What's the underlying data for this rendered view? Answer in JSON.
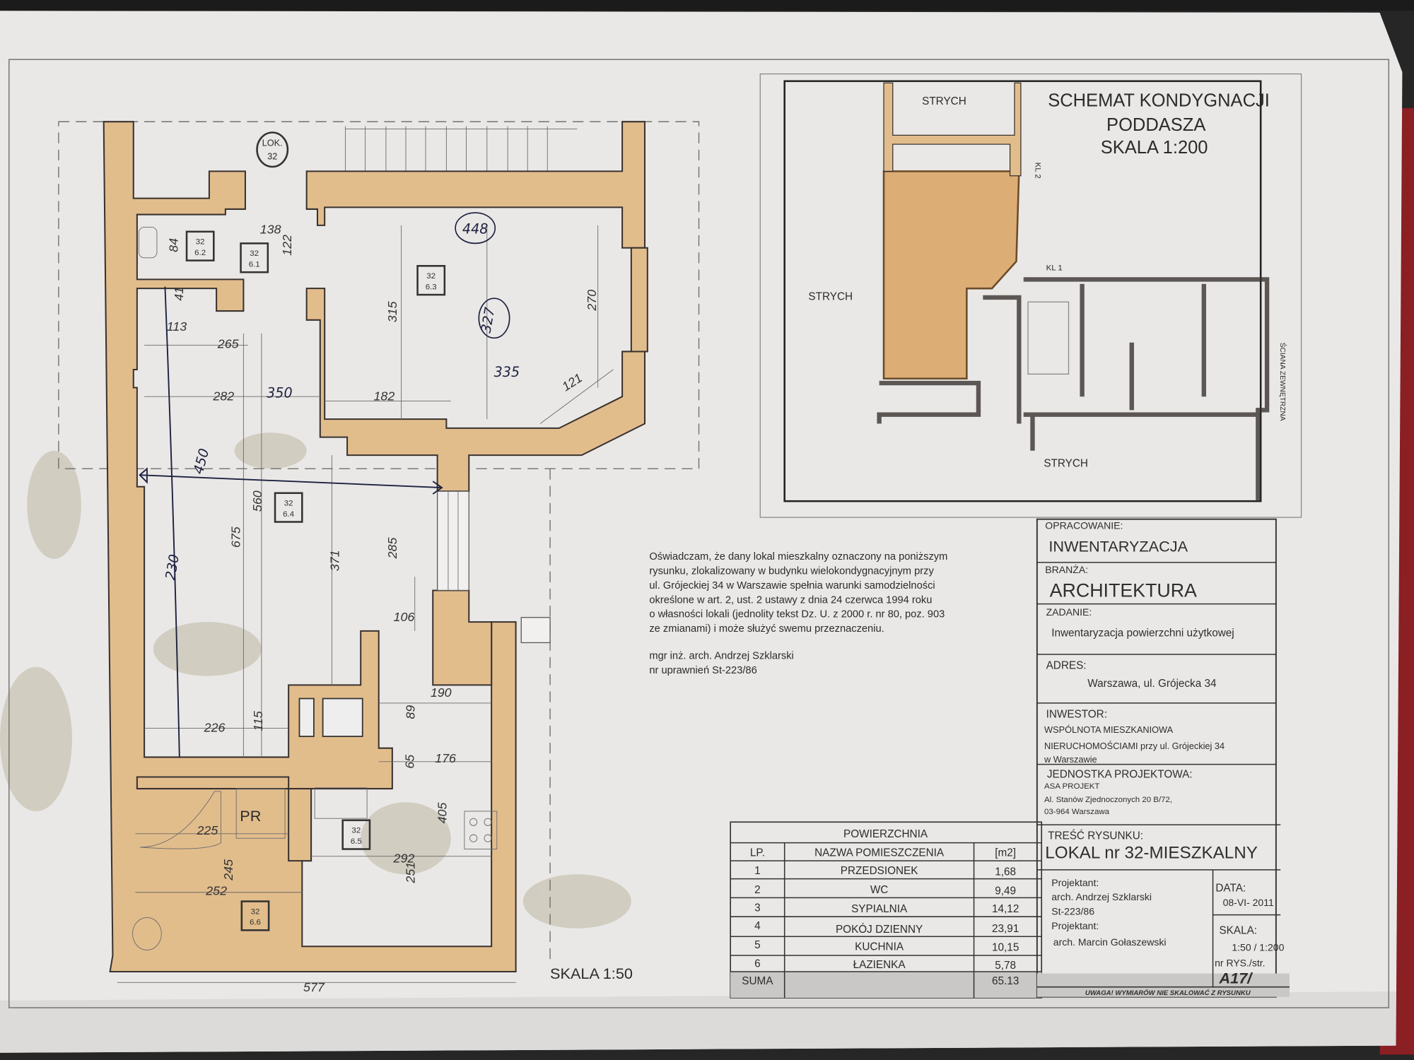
{
  "plan": {
    "lok_label": "LOK.",
    "lok_number": "32",
    "room_tags": [
      {
        "top": "32",
        "bottom": "6.1"
      },
      {
        "top": "32",
        "bottom": "6.2"
      },
      {
        "top": "32",
        "bottom": "6.3"
      },
      {
        "top": "32",
        "bottom": "6.4"
      },
      {
        "top": "32",
        "bottom": "6.5"
      },
      {
        "top": "32",
        "bottom": "6.6"
      }
    ],
    "dimensions": [
      "138",
      "122",
      "84",
      "41",
      "113",
      "265",
      "282",
      "182",
      "315",
      "270",
      "121",
      "560",
      "675",
      "371",
      "285",
      "106",
      "226",
      "115",
      "190",
      "89",
      "65",
      "176",
      "405",
      "225",
      "245",
      "252",
      "292",
      "251",
      "577"
    ],
    "handwritten": [
      "448",
      "327",
      "335",
      "350",
      "450",
      "230"
    ],
    "pr_label": "PR",
    "scale_label": "SKALA 1:50"
  },
  "inset": {
    "title_lines": [
      "SCHEMAT KONDYGNACJI",
      "PODDASZA",
      "SKALA 1:200"
    ],
    "strych_labels": [
      "STRYCH",
      "STRYCH",
      "STRYCH"
    ],
    "kl2": "KL 2",
    "kl1": "KL 1",
    "outer_wall": "ŚCIANA ZEWNĘTRZNA"
  },
  "declaration": {
    "lines": [
      "Oświadczam, że dany lokal mieszkalny oznaczony na poniższym",
      "rysunku, zlokalizowany w budynku wielokondygnacyjnym  przy",
      "ul. Grójeckiej 34 w Warszawie spełnia warunki samodzielności",
      "określone w art. 2, ust. 2 ustawy z dnia 24 czerwca 1994 roku",
      "o własności lokali (jednolity tekst Dz. U. z 2000 r. nr 80, poz. 903",
      "ze zmianami) i może służyć swemu przeznaczeniu."
    ],
    "signer": "mgr inż. arch. Andrzej Szklarski",
    "license": "nr uprawnień St-223/86"
  },
  "area_table": {
    "title": "POWIERZCHNIA",
    "headers": [
      "LP.",
      "NAZWA POMIESZCZENIA",
      "[m2]"
    ],
    "rows": [
      [
        "1",
        "PRZEDSIONEK",
        "1,68"
      ],
      [
        "2",
        "WC",
        "9,49"
      ],
      [
        "3",
        "SYPIALNIA",
        "14,12"
      ],
      [
        "4",
        "POKÓJ DZIENNY",
        "23,91"
      ],
      [
        "5",
        "KUCHNIA",
        "10,15"
      ],
      [
        "6",
        "ŁAZIENKA",
        "5,78"
      ]
    ],
    "sum_label": "SUMA",
    "sum_value": "65.13"
  },
  "title_block": {
    "opracowanie_label": "OPRACOWANIE:",
    "opracowanie": "INWENTARYZACJA",
    "branza_label": "BRANŻA:",
    "branza": "ARCHITEKTURA",
    "zadanie_label": "ZADANIE:",
    "zadanie": "Inwentaryzacja powierzchni użytkowej",
    "adres_label": "ADRES:",
    "adres": "Warszawa, ul. Grójecka 34",
    "inwestor_label": "INWESTOR:",
    "inwestor_lines": [
      "WSPÓLNOTA MIESZKANIOWA",
      "NIERUCHOMOŚCIAMI przy ul. Grójeckiej 34",
      "w Warszawie"
    ],
    "jednostka_label": "JEDNOSTKA PROJEKTOWA:",
    "jednostka_lines": [
      "ASA PROJEKT",
      "Al. Stanów Zjednoczonych 20 B/72,",
      "03-964 Warszawa"
    ],
    "tresc_label": "TREŚĆ RYSUNKU:",
    "tresc": "LOKAL nr 32-MIESZKALNY",
    "projektant_lines": [
      "Projektant:",
      "arch. Andrzej Szklarski",
      "St-223/86",
      "Projektant:",
      "arch. Marcin Gołaszewski"
    ],
    "data_label": "DATA:",
    "data": "08-VI- 2011",
    "skala_label": "SKALA:",
    "skala": "1:50 / 1:200",
    "nr_label": "nr RYS./str.",
    "nr": "A17/",
    "warning": "UWAGA! WYMIARÓW NIE SKALOWAĆ Z RYSUNKU"
  }
}
